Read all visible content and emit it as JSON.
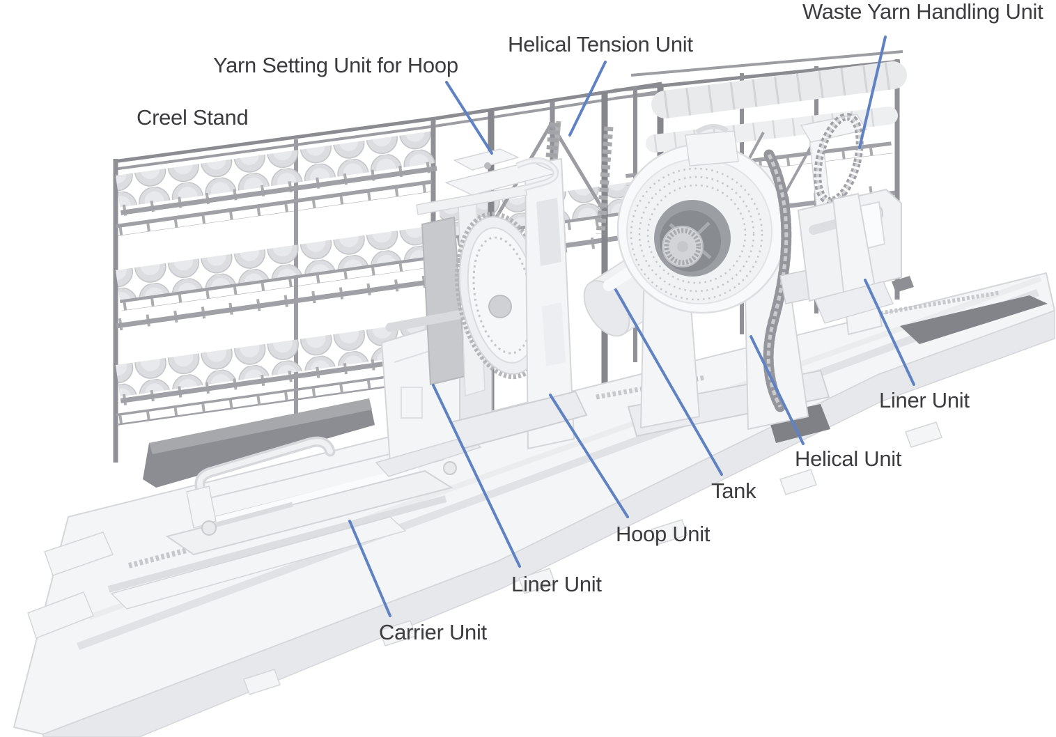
{
  "diagram": {
    "type": "labeled-machine-illustration",
    "labels": [
      {
        "id": "creel-stand",
        "text": "Creel Stand"
      },
      {
        "id": "yarn-setting-unit-for-hoop",
        "text": "Yarn Setting Unit for Hoop"
      },
      {
        "id": "helical-tension-unit",
        "text": "Helical Tension Unit"
      },
      {
        "id": "waste-yarn-handling-unit",
        "text": "Waste Yarn Handling Unit"
      },
      {
        "id": "liner-unit-right",
        "text": "Liner Unit"
      },
      {
        "id": "helical-unit",
        "text": "Helical Unit"
      },
      {
        "id": "tank",
        "text": "Tank"
      },
      {
        "id": "hoop-unit",
        "text": "Hoop Unit"
      },
      {
        "id": "liner-unit-front",
        "text": "Liner Unit"
      },
      {
        "id": "carrier-unit",
        "text": "Carrier Unit"
      }
    ],
    "colors": {
      "background": "#ffffff",
      "label_text": "#3c3c3f",
      "leader_line": "#5f82c4",
      "machine_white": "#f4f5f7",
      "machine_shade": "#e6e8eb",
      "frame_gray": "#94969b",
      "dark_plate": "#82848a",
      "spool_gray": "#dcdde0"
    }
  }
}
